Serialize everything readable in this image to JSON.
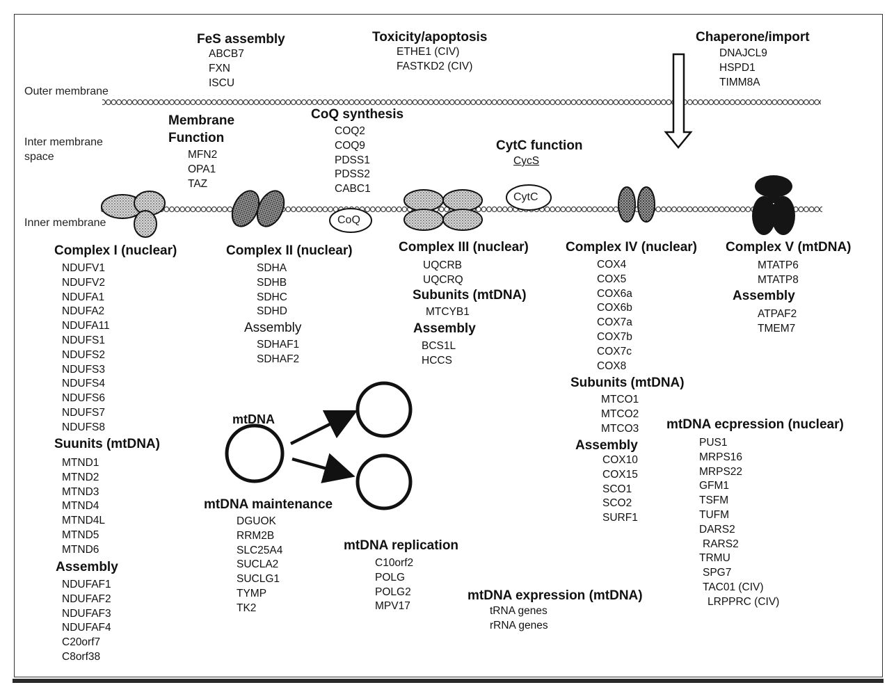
{
  "membranes": {
    "outer": "Outer membrane",
    "inter_line1": "Inter membrane",
    "inter_line2": "space",
    "inner": "Inner membrane"
  },
  "fes": {
    "title": "FeS  assembly",
    "genes": [
      "ABCB7",
      "FXN",
      "ISCU"
    ]
  },
  "toxicity": {
    "title": "Toxicity/apoptosis",
    "genes": [
      "ETHE1 (CIV)",
      "FASTKD2 (CIV)"
    ]
  },
  "chaperone": {
    "title": "Chaperone/import",
    "genes": [
      "DNAJCL9",
      "HSPD1",
      "TIMM8A"
    ]
  },
  "membrane_function": {
    "title_line1": "Membrane",
    "title_line2": "Function",
    "genes": [
      "MFN2",
      "OPA1",
      "TAZ"
    ]
  },
  "coq": {
    "title": "CoQ synthesis",
    "genes": [
      "COQ2",
      "COQ9",
      "PDSS1",
      "PDSS2",
      "CABC1"
    ],
    "label": "CoQ"
  },
  "cytc": {
    "title": "CytC function",
    "gene": "CycS",
    "label": "CytC"
  },
  "complex1": {
    "title": "Complex I (nuclear)",
    "nuclear": [
      "NDUFV1",
      "NDUFV2",
      "NDUFA1",
      "NDUFA2",
      "NDUFA11",
      "NDUFS1",
      "NDUFS2",
      "NDUFS3",
      "NDUFS4",
      "NDUFS6",
      "NDUFS7",
      "NDUFS8"
    ],
    "subunits_title": "Suunits (mtDNA)",
    "mtdna": [
      "MTND1",
      "MTND2",
      "MTND3",
      "MTND4",
      "MTND4L",
      "MTND5",
      "MTND6"
    ],
    "assembly_title": "Assembly",
    "assembly": [
      "NDUFAF1",
      "NDUFAF2",
      "NDUFAF3",
      "NDUFAF4",
      "C20orf7",
      "C8orf38"
    ]
  },
  "complex2": {
    "title": "Complex II (nuclear)",
    "nuclear": [
      "SDHA",
      "SDHB",
      "SDHC",
      "SDHD"
    ],
    "assembly_title": "Assembly",
    "assembly": [
      "SDHAF1",
      "SDHAF2"
    ]
  },
  "complex3": {
    "title": "Complex III (nuclear)",
    "nuclear": [
      "UQCRB",
      "UQCRQ"
    ],
    "subunits_title": "Subunits (mtDNA)",
    "mtdna": [
      "MTCYB1"
    ],
    "assembly_title": "Assembly",
    "assembly": [
      "BCS1L",
      "HCCS"
    ]
  },
  "complex4": {
    "title": "Complex IV (nuclear)",
    "nuclear": [
      "COX4",
      "COX5",
      "COX6a",
      "COX6b",
      "COX7a",
      "COX7b",
      "COX7c",
      "COX8"
    ],
    "subunits_title": "Subunits (mtDNA)",
    "mtdna": [
      "MTCO1",
      "MTCO2",
      "MTCO3"
    ],
    "assembly_title": "Assembly",
    "assembly": [
      "COX10",
      "COX15",
      "SCO1",
      "SCO2",
      "SURF1"
    ]
  },
  "complex5": {
    "title": "Complex V (mtDNA)",
    "mtdna": [
      "MTATP6",
      "MTATP8"
    ],
    "assembly_title": "Assembly",
    "assembly": [
      "ATPAF2",
      "TMEM7"
    ]
  },
  "mtdna_label": "mtDNA",
  "maintenance": {
    "title": "mtDNA maintenance",
    "genes": [
      "DGUOK",
      "RRM2B",
      "SLC25A4",
      "SUCLA2",
      "SUCLG1",
      "TYMP",
      "TK2"
    ]
  },
  "replication": {
    "title": "mtDNA replication",
    "genes": [
      "C10orf2",
      "POLG",
      "POLG2",
      "MPV17"
    ]
  },
  "expression_mtdna": {
    "title": "mtDNA expression (mtDNA)",
    "genes": [
      "tRNA genes",
      "rRNA genes"
    ]
  },
  "expression_nuclear": {
    "title": "mtDNA ecpression (nuclear)",
    "genes": [
      "PUS1",
      "MRPS16",
      "MRPS22",
      "GFM1",
      "TSFM",
      "TUFM",
      "DARS2",
      "RARS2",
      "TRMU",
      "SPG7",
      "TAC01 (CIV)",
      "LRPPRC (CIV)"
    ]
  },
  "colors": {
    "ink": "#111111",
    "stipple": "#9a9a9a",
    "complex5": "#151515"
  }
}
